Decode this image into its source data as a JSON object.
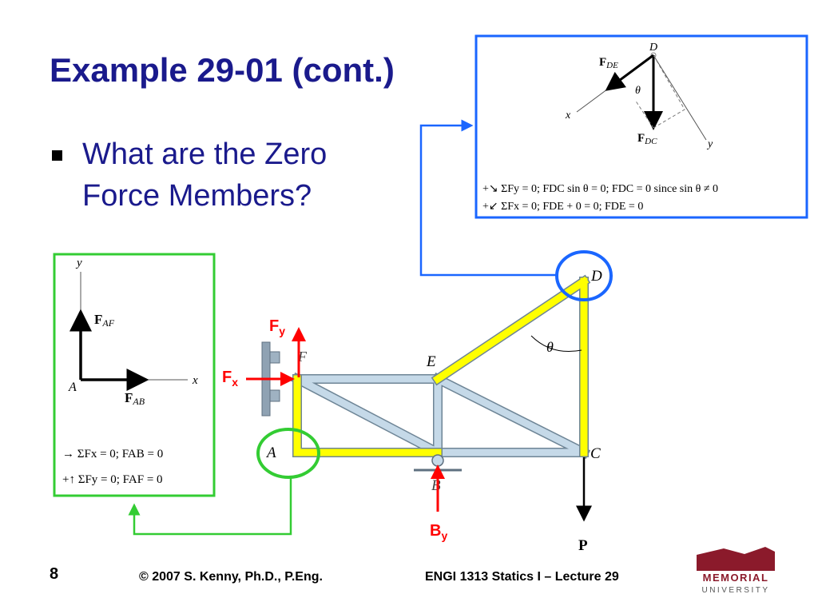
{
  "slide": {
    "title": "Example 29-01 (cont.)",
    "bullet": "What are the Zero Force Members?",
    "page_number": "8",
    "copyright": "© 2007 S. Kenny, Ph.D., P.Eng.",
    "course": "ENGI 1313 Statics I – Lecture 29"
  },
  "logo": {
    "line1": "MEMORIAL",
    "line2": "UNIVERSITY"
  },
  "joint_a_fbd": {
    "y_axis": "y",
    "x_axis": "x",
    "point": "A",
    "force_up": "F",
    "force_up_sub": "AF",
    "force_right": "F",
    "force_right_sub": "AB",
    "eq1": "→ ΣFx = 0;  FAB = 0",
    "eq2": "+↑ ΣFy = 0;  FAF = 0"
  },
  "joint_d_fbd": {
    "point": "D",
    "x_axis": "x",
    "y_axis": "y",
    "angle": "θ",
    "force_de": "F",
    "force_de_sub": "DE",
    "force_dc": "F",
    "force_dc_sub": "DC",
    "eq1": "+↘ ΣFy = 0; FDC sin θ = 0;  FDC = 0 since sin θ ≠ 0",
    "eq2": "+↙ ΣFx = 0; FDE + 0 = 0;  FDE = 0"
  },
  "truss": {
    "joints": [
      "F",
      "E",
      "D",
      "A",
      "B",
      "C"
    ],
    "angle": "θ",
    "load": "P",
    "reactions": {
      "fy": "F",
      "fy_sub": "y",
      "fx": "F",
      "fx_sub": "x",
      "by": "B",
      "by_sub": "y"
    }
  },
  "colors": {
    "title": "#1a1a8c",
    "member": "#c5d9e8",
    "member_edge": "#6e8596",
    "highlight": "#ffff00",
    "reaction": "#ff0000",
    "green": "#33cc33",
    "blue": "#1a66ff",
    "logo": "#8b1a2b"
  }
}
